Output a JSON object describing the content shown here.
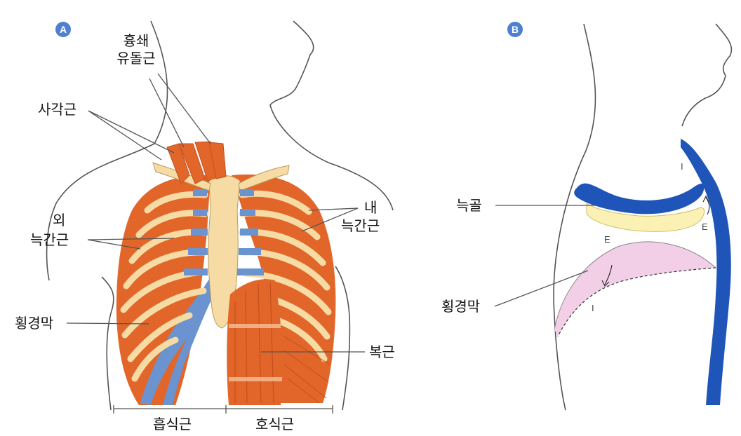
{
  "colors": {
    "muscle": "#e2662a",
    "muscle_dark": "#c4501c",
    "bone": "#f6dca4",
    "cartilage_blue": "#6a93cf",
    "deep_blue": "#1f55b8",
    "diaphragm_pink": "#f2cfe6",
    "rib_yellow": "#fbf1b4",
    "badge_blue": "#4f7fd0",
    "outline": "#555555"
  },
  "panel_a": {
    "badge": "A",
    "labels": {
      "scm_line1": "흉쇄",
      "scm_line2": "유돌근",
      "scalene": "사각근",
      "external_line1": "외",
      "external_line2": "늑간근",
      "internal_line1": "내",
      "internal_line2": "늑간근",
      "diaphragm": "횡경막",
      "abdominal": "복근",
      "inspiratory": "흡식근",
      "expiratory": "호식근"
    }
  },
  "panel_b": {
    "badge": "B",
    "labels": {
      "rib": "늑골",
      "diaphragm": "횡경막",
      "mark_i_top": "I",
      "mark_e_right": "E",
      "mark_e_mid": "E",
      "mark_i_low": "I"
    }
  }
}
